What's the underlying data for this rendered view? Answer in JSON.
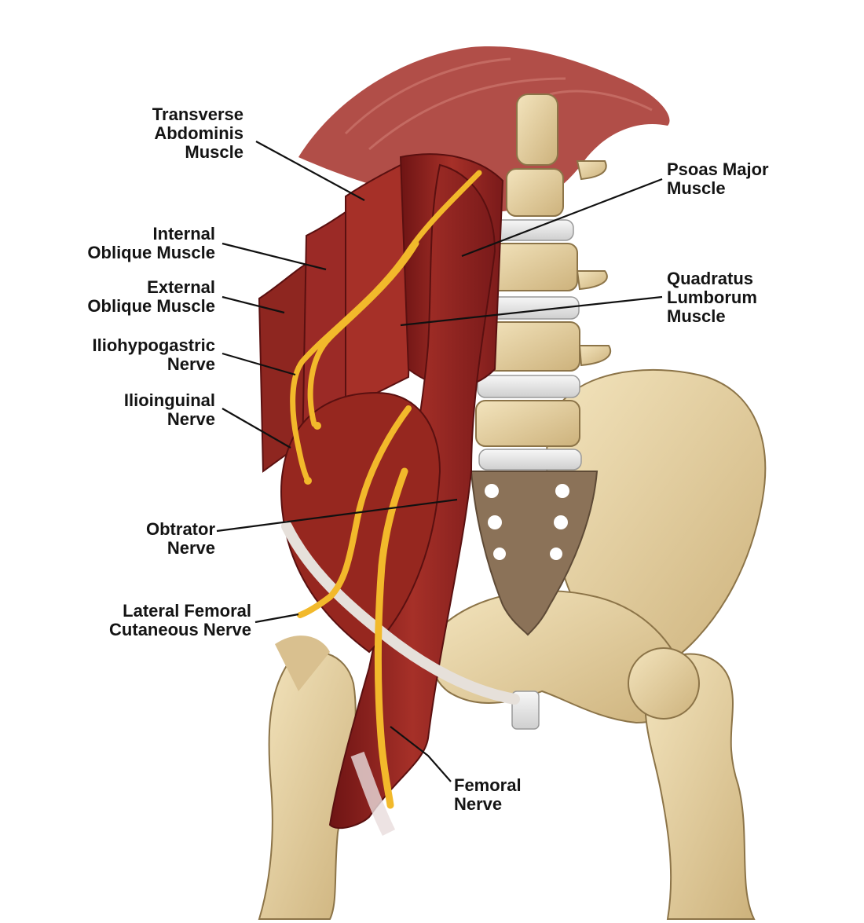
{
  "colors": {
    "muscle_dark": "#7a1a1a",
    "muscle_mid": "#9b2a26",
    "muscle_light": "#b8504a",
    "bone": "#ead6a8",
    "bone_shade": "#c9b07a",
    "disc": "#ececec",
    "nerve": "#f2b92b",
    "nerve_edge": "#c88a10",
    "ligament": "#e6e0da",
    "leader": "#111111"
  },
  "labels": {
    "transverse_abdominis": [
      "Transverse",
      "Abdominis",
      "Muscle"
    ],
    "internal_oblique": [
      "Internal",
      "Oblique Muscle"
    ],
    "external_oblique": [
      "External",
      "Oblique Muscle"
    ],
    "iliohypogastric": [
      "Iliohypogastric",
      "Nerve"
    ],
    "ilioinguinal": [
      "Ilioinguinal",
      "Nerve"
    ],
    "obturator": [
      "Obtrator",
      "Nerve"
    ],
    "lateral_femoral": [
      "Lateral Femoral",
      "Cutaneous Nerve"
    ],
    "psoas_major": [
      "Psoas Major",
      "Muscle"
    ],
    "quadratus_lumborum": [
      "Quadratus",
      "Lumborum",
      "Muscle"
    ],
    "femoral": [
      "Femoral",
      "Nerve"
    ]
  }
}
